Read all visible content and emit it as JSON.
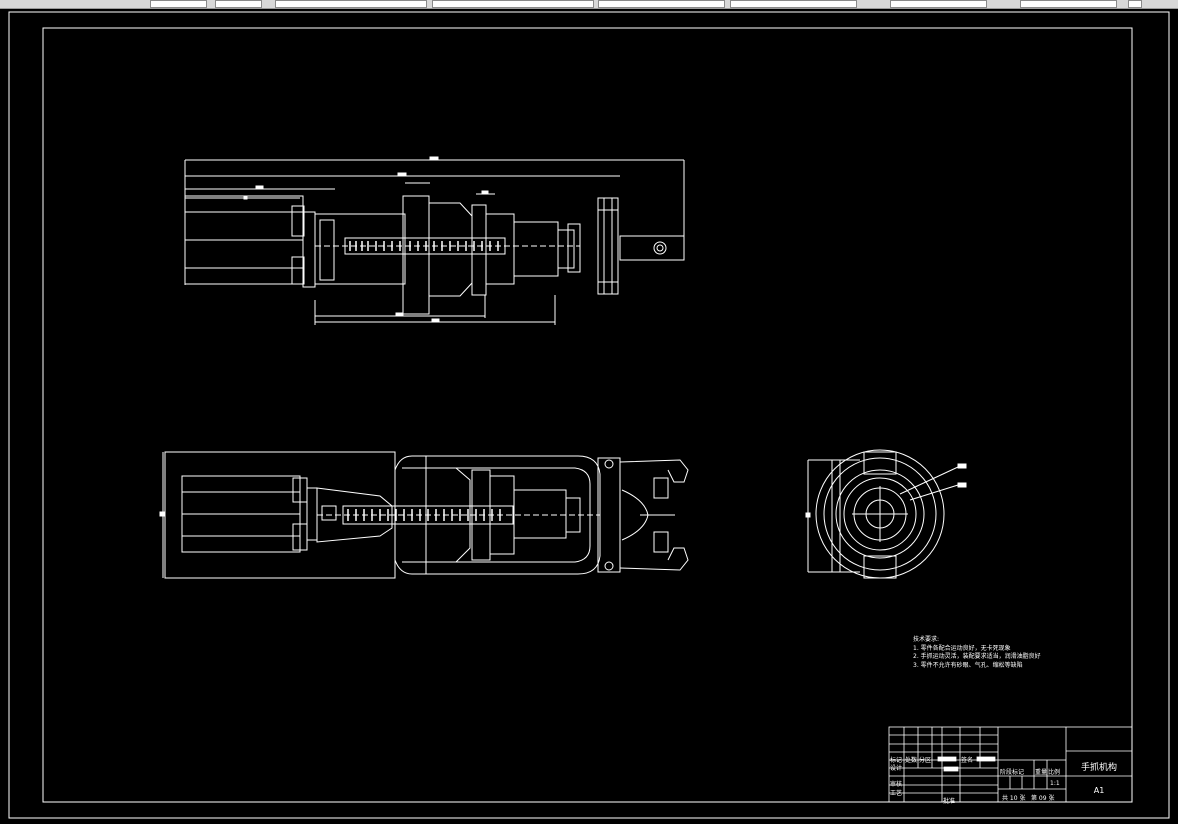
{
  "title_block": {
    "drawing_name": "手抓机构",
    "sheet_size": "A1",
    "row_labels": [
      "标记",
      "处数",
      "分区",
      "签名",
      "设计",
      "审核",
      "工艺",
      "批准"
    ],
    "stage_label": "阶段标记",
    "weight_label": "重量",
    "scale_label": "比例",
    "scale_value": "1:1",
    "sheets_total": "共 10 张",
    "sheet_number": "第 09 张"
  },
  "technical_requirements": {
    "heading": "技术要求:",
    "items": [
      "1. 零件各配合运动良好，无卡死现象",
      "2. 手抓运动灵活，装配要求适当，润滑油脂良好",
      "3. 零件不允许有砂眼、气孔、缩松等缺陷"
    ]
  },
  "colors": {
    "background": "#000000",
    "lines": "#ffffff",
    "toolbar": "#d8d8d8"
  }
}
